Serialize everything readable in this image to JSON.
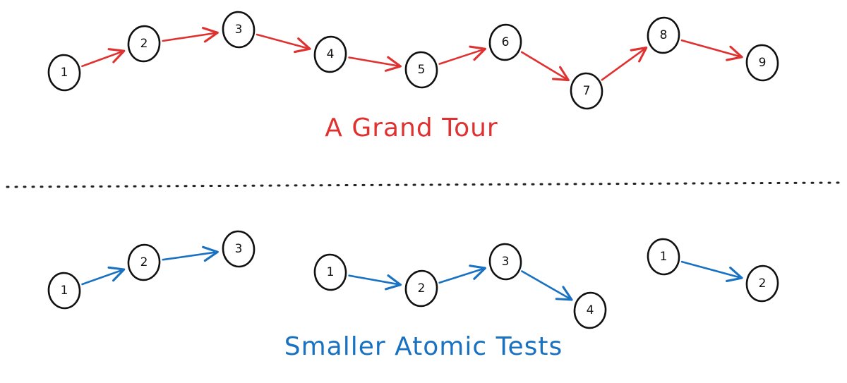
{
  "colors": {
    "tour": "#e03131",
    "atomic": "#1971c2",
    "node_stroke": "#111111",
    "divider": "#222222"
  },
  "tour": {
    "caption": "A Grand Tour",
    "labels": [
      "1",
      "2",
      "3",
      "4",
      "5",
      "6",
      "7",
      "8",
      "9"
    ]
  },
  "atomic": {
    "caption": "Smaller Atomic Tests",
    "groups": [
      {
        "labels": [
          "1",
          "2",
          "3"
        ]
      },
      {
        "labels": [
          "1",
          "2",
          "3",
          "4"
        ]
      },
      {
        "labels": [
          "1",
          "2"
        ]
      }
    ]
  }
}
